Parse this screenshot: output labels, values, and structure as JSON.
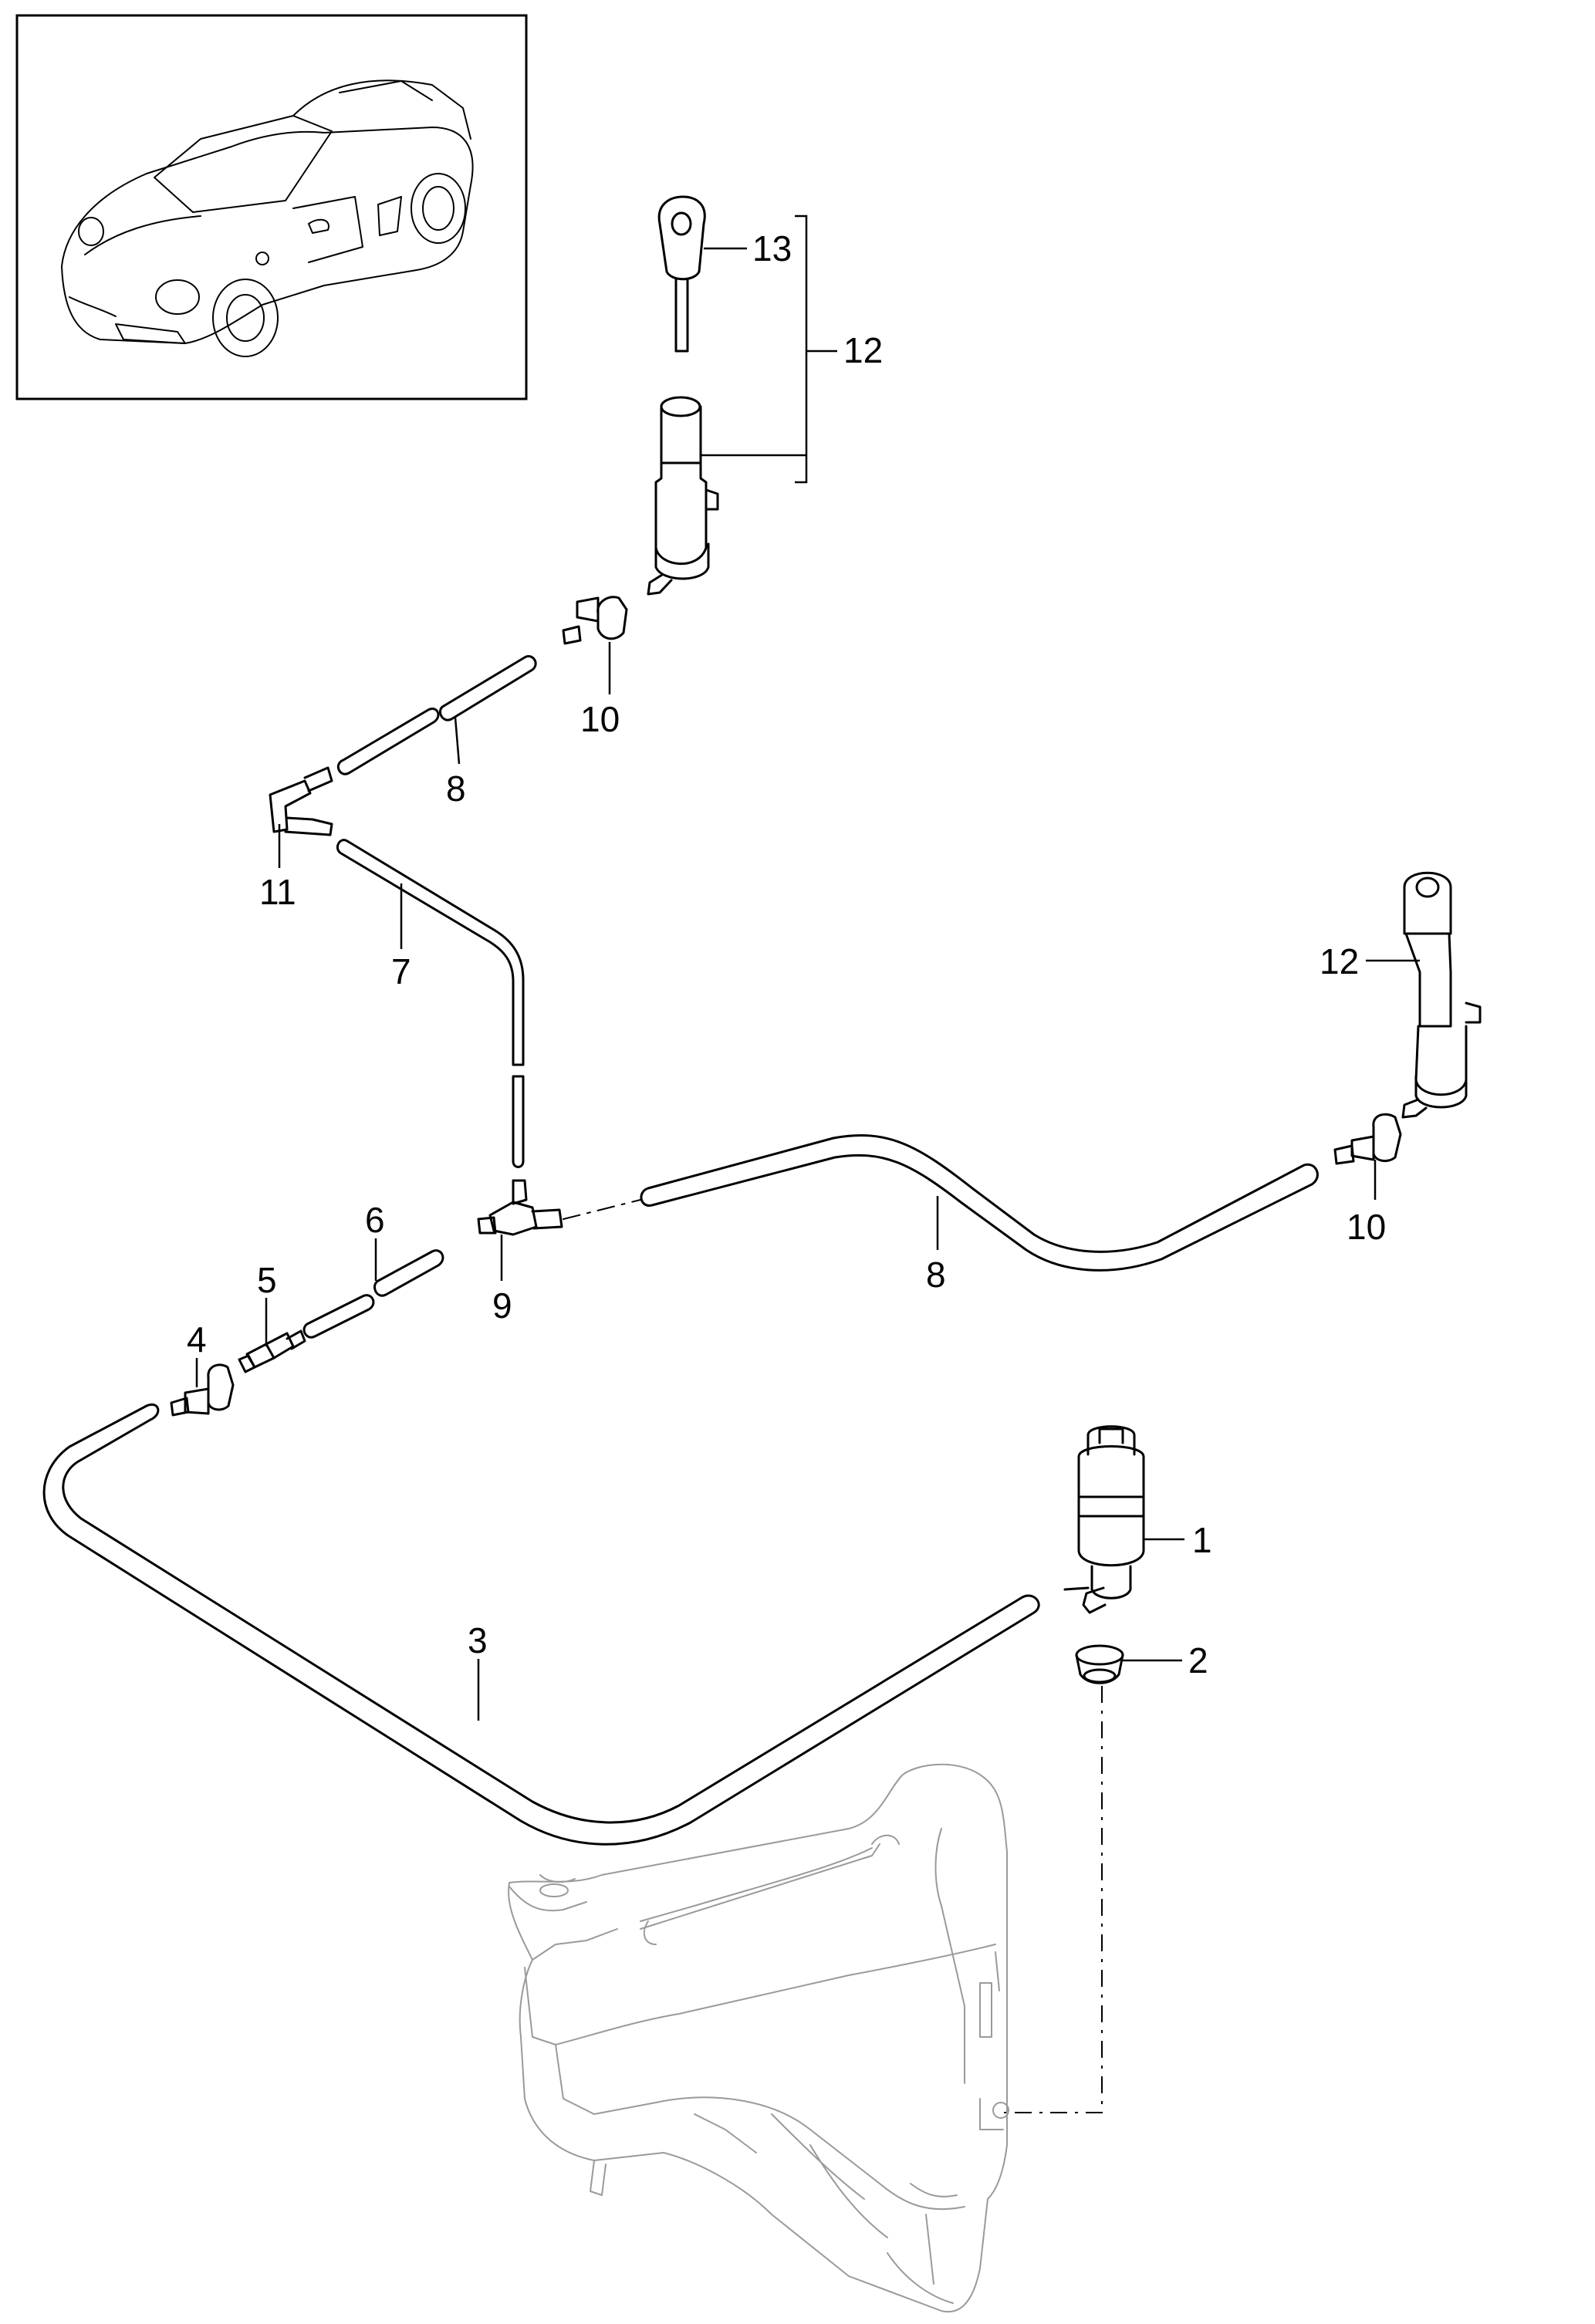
{
  "callouts": [
    {
      "id": "c1",
      "label": "1"
    },
    {
      "id": "c2",
      "label": "2"
    },
    {
      "id": "c3",
      "label": "3"
    },
    {
      "id": "c4",
      "label": "4"
    },
    {
      "id": "c5",
      "label": "5"
    },
    {
      "id": "c6",
      "label": "6"
    },
    {
      "id": "c7",
      "label": "7"
    },
    {
      "id": "c8a",
      "label": "8"
    },
    {
      "id": "c8b",
      "label": "8"
    },
    {
      "id": "c9",
      "label": "9"
    },
    {
      "id": "c10a",
      "label": "10"
    },
    {
      "id": "c10b",
      "label": "10"
    },
    {
      "id": "c11",
      "label": "11"
    },
    {
      "id": "c12a",
      "label": "12"
    },
    {
      "id": "c12b",
      "label": "12"
    },
    {
      "id": "c13",
      "label": "13"
    }
  ],
  "colors": {
    "line": "#000000",
    "ghost": "#9a9a9a",
    "background": "#ffffff"
  }
}
